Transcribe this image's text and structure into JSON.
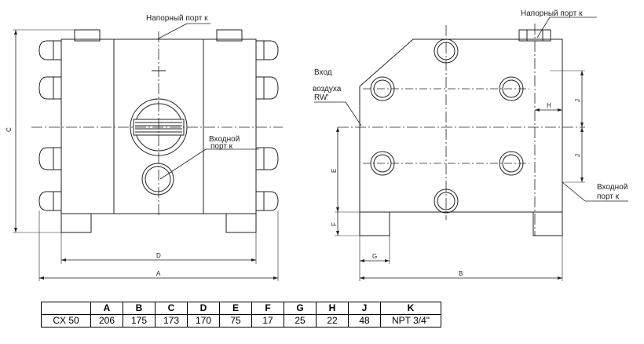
{
  "labels": {
    "pressure_port_left": "Напорный порт  к",
    "pressure_port_right": "Напорный порт  к",
    "inlet_port_left_1": "Входной",
    "inlet_port_left_2": "порт  к",
    "air_inlet_1": "Вход",
    "air_inlet_2": "воздуха",
    "air_inlet_3": "RW'",
    "inlet_port_right_1": "Входной",
    "inlet_port_right_2": "порт  к"
  },
  "dimensions": {
    "A": "A",
    "B": "B",
    "C": "C",
    "D": "D",
    "E": "E",
    "F": "F",
    "G": "G",
    "H": "H",
    "J1": "J",
    "J2": "J"
  },
  "table": {
    "header_blank": "",
    "headers": [
      "A",
      "B",
      "C",
      "D",
      "E",
      "F",
      "G",
      "H",
      "J",
      "K"
    ],
    "row_label": "CX 50",
    "values": [
      "206",
      "175",
      "173",
      "170",
      "75",
      "17",
      "25",
      "22",
      "48",
      "NPT 3/4\""
    ]
  }
}
